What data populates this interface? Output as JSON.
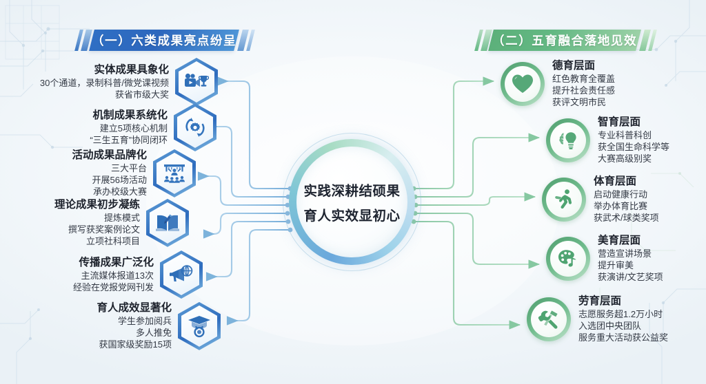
{
  "center": {
    "line1": "实践深耕结硕果",
    "line2": "育人实效显初心"
  },
  "left_section": {
    "banner": "（一）六类成果亮点纷呈",
    "accent_color": "#2d67bd",
    "items": [
      {
        "title": "实体成果具象化",
        "lines": [
          "30个通道，录制科普/微党课视频",
          "获省市级大奖"
        ],
        "icon": "camera-trophy-icon"
      },
      {
        "title": "机制成果系统化",
        "lines": [
          "建立5项核心机制",
          "“三生五育”协同闭环"
        ],
        "icon": "gear-cycle-icon"
      },
      {
        "title": "活动成果品牌化",
        "lines": [
          "三大平台",
          "开展56场活动",
          "承办校级大赛"
        ],
        "icon": "stage-audience-icon"
      },
      {
        "title": "理论成果初步凝练",
        "lines": [
          "提炼模式",
          "撰写获奖案例论文",
          "立项社科项目"
        ],
        "icon": "book-pen-icon"
      },
      {
        "title": "传播成果广泛化",
        "lines": [
          "主流媒体报道13次",
          "经验在党报党网刊发"
        ],
        "icon": "megaphone-globe-icon"
      },
      {
        "title": "育人成效显著化",
        "lines": [
          "学生参加阅兵",
          "多人推免",
          "获国家级奖励15项"
        ],
        "icon": "graduation-medal-icon"
      }
    ]
  },
  "right_section": {
    "banner": "（二）五育融合落地见效",
    "accent_color": "#63b883",
    "items": [
      {
        "title": "德育层面",
        "lines": [
          "红色教育全覆盖",
          "提升社会责任感",
          "获评文明市民"
        ],
        "icon": "heart-icon"
      },
      {
        "title": "智育层面",
        "lines": [
          "专业科普科创",
          "获全国生命科学等",
          "大赛高级别奖"
        ],
        "icon": "brain-bulb-icon"
      },
      {
        "title": "体育层面",
        "lines": [
          "启动健康行动",
          "举办体育比赛",
          "获武术/球类奖项"
        ],
        "icon": "runner-icon"
      },
      {
        "title": "美育层面",
        "lines": [
          "营造宣讲场景",
          "提升审美",
          "获演讲/文艺奖项"
        ],
        "icon": "palette-music-icon"
      },
      {
        "title": "劳育层面",
        "lines": [
          "志愿服务超1.2万小时",
          "入选团中央团队",
          "服务重大活动获公益奖"
        ],
        "icon": "wrench-hammer-icon"
      }
    ]
  }
}
